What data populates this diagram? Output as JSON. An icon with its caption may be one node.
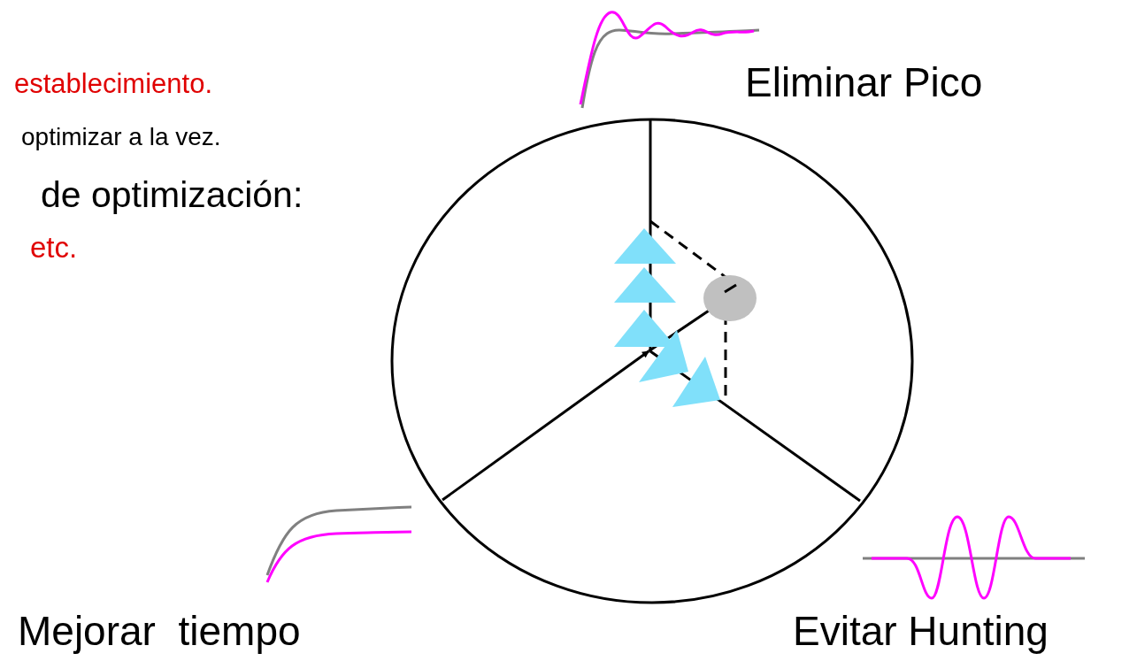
{
  "diagram": {
    "labels": [
      "establecimiento.",
      "optimizar a la vez.",
      "de optimización:",
      "Eliminar Pico",
      "etc.",
      "Mejorar  tiempo",
      "Evitar Hunting"
    ]
  }
}
